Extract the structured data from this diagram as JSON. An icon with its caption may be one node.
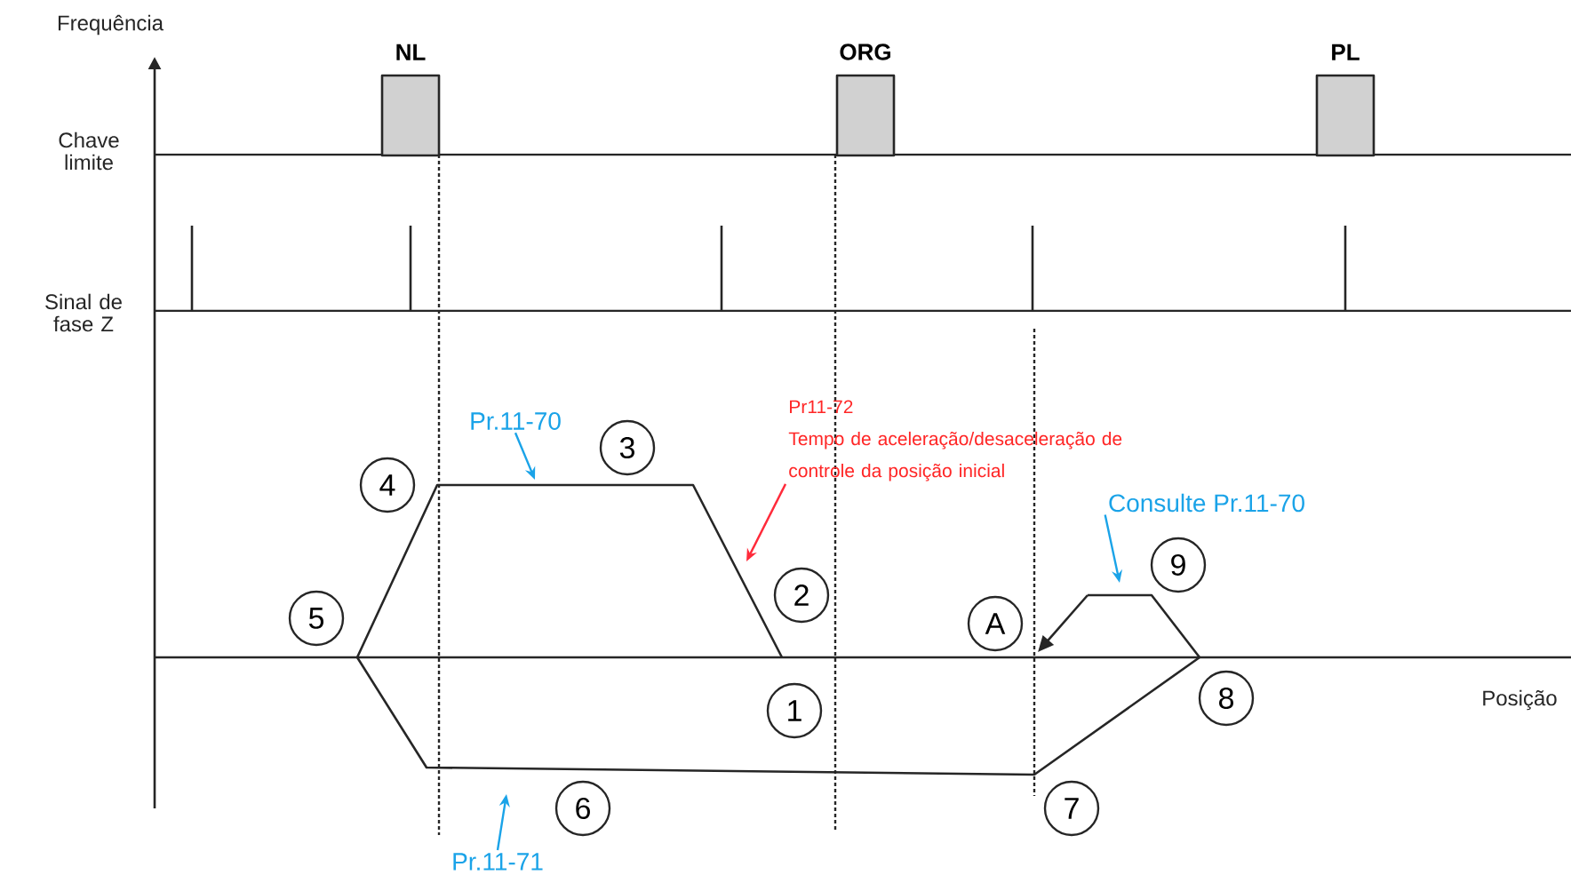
{
  "diagram": {
    "nodes": [
      {
        "text": [
          "NL"
        ]
      },
      {
        "text": [
          "ORG"
        ]
      },
      {
        "text": [
          "PL"
        ]
      },
      {
        "text": [
          "Pr.11-70"
        ]
      },
      {
        "text": [
          "3"
        ]
      },
      {
        "text": [
          "Pr11-72",
          "Tempo de aceleração/desaceleração de controle da posição inicial"
        ]
      },
      {
        "text": [
          "4"
        ]
      },
      {
        "text": [
          "Consulte Pr.11-70"
        ]
      },
      {
        "text": [
          "9"
        ]
      },
      {
        "text": [
          "5"
        ]
      },
      {
        "text": [
          "2"
        ]
      },
      {
        "text": [
          "A"
        ]
      },
      {
        "text": [
          "1"
        ]
      },
      {
        "text": [
          "8"
        ]
      },
      {
        "text": [
          "6"
        ]
      },
      {
        "text": [
          "7"
        ]
      },
      {
        "text": [
          "Pr.11-71"
        ]
      }
    ],
    "edges": [
      {
        "from": 3,
        "to": null,
        "arrow": "to"
      },
      {
        "from": 5,
        "to": null,
        "arrow": "to",
        "color": "#ff2a3a"
      },
      {
        "from": 7,
        "to": null,
        "arrow": "to"
      },
      {
        "from": 16,
        "to": null,
        "arrow": "to"
      }
    ],
    "labels": [
      "Frequência",
      "Chave limite",
      "Sinal de fase Z",
      "Posição"
    ]
  }
}
